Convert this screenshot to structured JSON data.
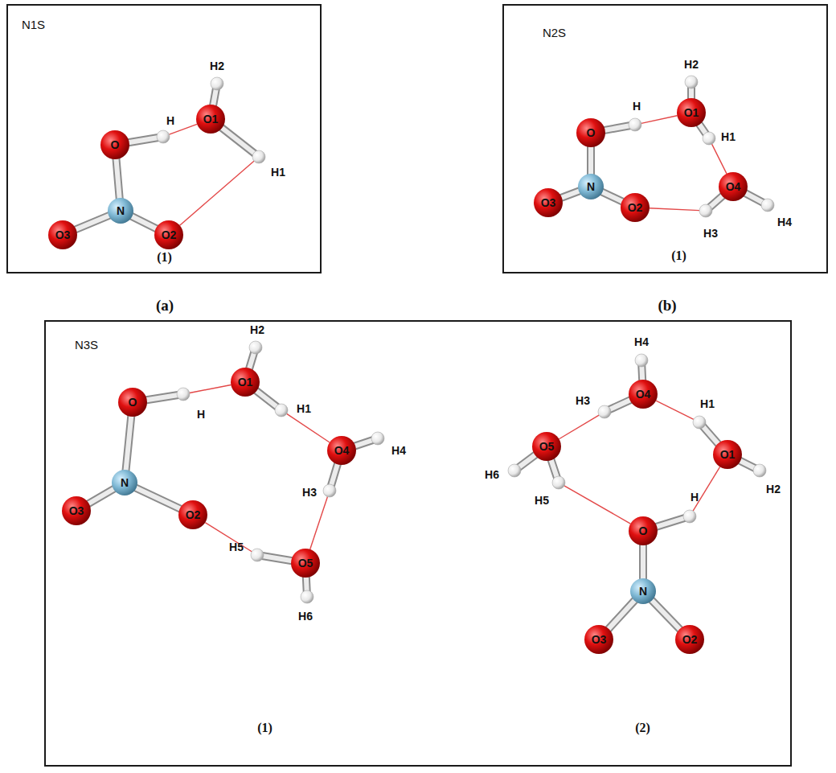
{
  "diagram": {
    "nodes": [
      {
        "text": [
          "N1S",
          "(1)"
        ]
      },
      {
        "text": [
          "N2S",
          "(1)"
        ]
      },
      {
        "text": [
          "N3S",
          "(1)",
          "(2)"
        ]
      }
    ],
    "labels": [
      "(a)",
      "(b)",
      "O",
      "H",
      "O1",
      "H2",
      "H1",
      "O3",
      "N",
      "O2",
      "O",
      "H",
      "H2",
      "O1",
      "H1",
      "O3",
      "N",
      "O2",
      "H3",
      "O4",
      "H4",
      "H2",
      "O1",
      "O",
      "H",
      "H1",
      "O4",
      "H4",
      "N",
      "O3",
      "O2",
      "H3",
      "H5",
      "O5",
      "H6",
      "H4",
      "H3",
      "O4",
      "H1",
      "O5",
      "O1",
      "H6",
      "H5",
      "H",
      "H2",
      "O",
      "N",
      "O3",
      "O2"
    ]
  }
}
